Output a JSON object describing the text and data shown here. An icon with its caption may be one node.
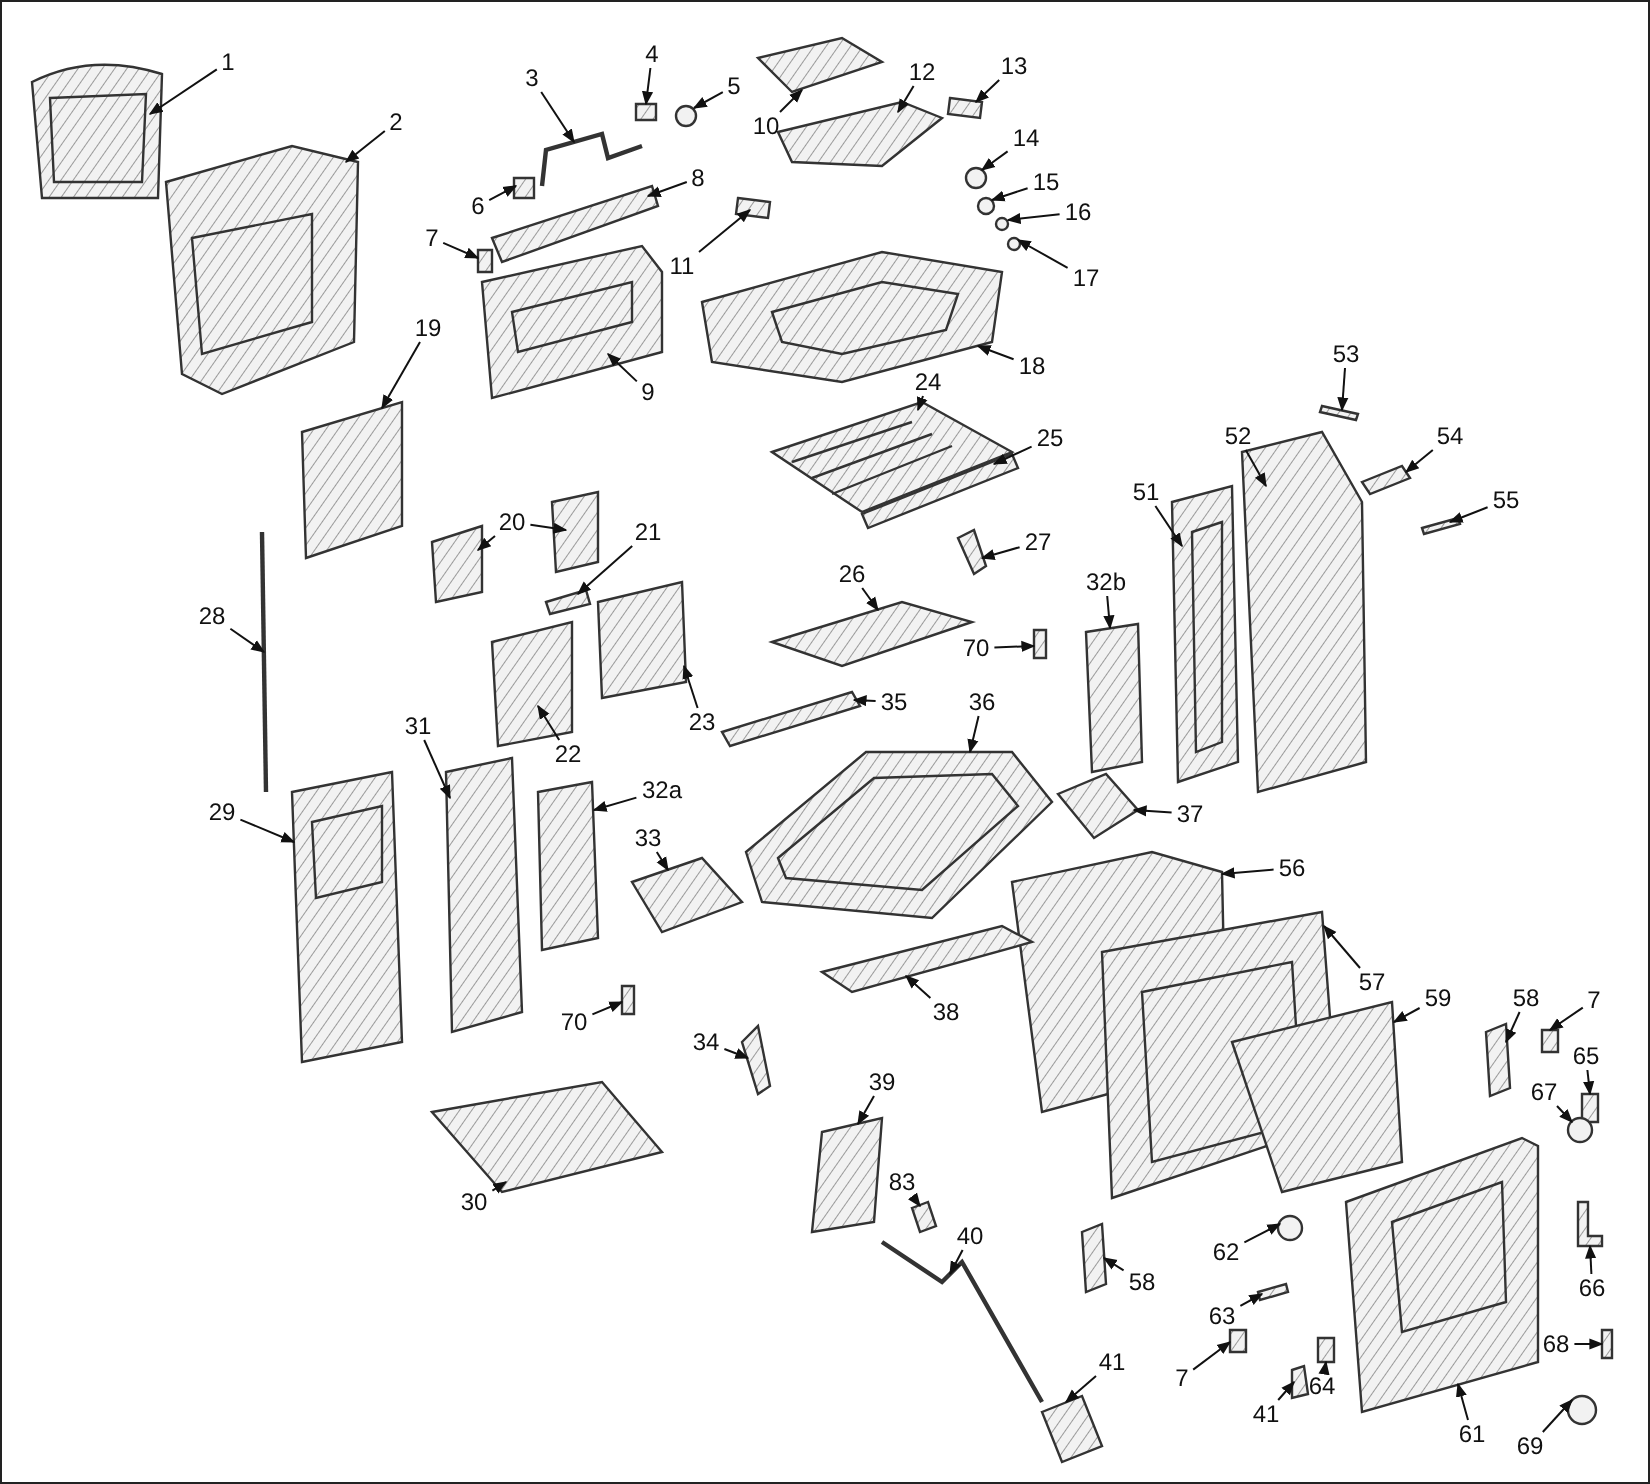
{
  "diagram": {
    "nodes": [
      {
        "text": [
          "1"
        ]
      },
      {
        "text": [
          "2"
        ]
      },
      {
        "text": [
          "3"
        ]
      },
      {
        "text": [
          "4"
        ]
      },
      {
        "text": [
          "5"
        ]
      },
      {
        "text": [
          "10"
        ]
      },
      {
        "text": [
          "12"
        ]
      },
      {
        "text": [
          "13"
        ]
      },
      {
        "text": [
          "14"
        ]
      },
      {
        "text": [
          "6"
        ]
      },
      {
        "text": [
          "7"
        ]
      },
      {
        "text": [
          "8"
        ]
      },
      {
        "text": [
          "15"
        ]
      },
      {
        "text": [
          "16"
        ]
      },
      {
        "text": [
          "11"
        ]
      },
      {
        "text": [
          "17"
        ]
      },
      {
        "text": [
          "19"
        ]
      },
      {
        "text": [
          "18"
        ]
      },
      {
        "text": [
          "9"
        ]
      },
      {
        "text": [
          "24"
        ]
      },
      {
        "text": [
          "25"
        ]
      },
      {
        "text": [
          "53"
        ]
      },
      {
        "text": [
          "52"
        ]
      },
      {
        "text": [
          "54"
        ]
      },
      {
        "text": [
          "20"
        ]
      },
      {
        "text": [
          "21"
        ]
      },
      {
        "text": [
          "51"
        ]
      },
      {
        "text": [
          "55"
        ]
      },
      {
        "text": [
          "27"
        ]
      },
      {
        "text": [
          "26"
        ]
      },
      {
        "text": [
          "32b"
        ]
      },
      {
        "text": [
          "28"
        ]
      },
      {
        "text": [
          "70"
        ]
      },
      {
        "text": [
          "23"
        ]
      },
      {
        "text": [
          "35"
        ]
      },
      {
        "text": [
          "36"
        ]
      },
      {
        "text": [
          "31"
        ]
      },
      {
        "text": [
          "22"
        ]
      },
      {
        "text": [
          "32a"
        ]
      },
      {
        "text": [
          "29"
        ]
      },
      {
        "text": [
          "33"
        ]
      },
      {
        "text": [
          "37"
        ]
      },
      {
        "text": [
          "56"
        ]
      },
      {
        "text": [
          "57"
        ]
      },
      {
        "text": [
          "59"
        ]
      },
      {
        "text": [
          "58"
        ]
      },
      {
        "text": [
          "7"
        ]
      },
      {
        "text": [
          "38"
        ]
      },
      {
        "text": [
          "70"
        ]
      },
      {
        "text": [
          "34"
        ]
      },
      {
        "text": [
          "65"
        ]
      },
      {
        "text": [
          "67"
        ]
      },
      {
        "text": [
          "39"
        ]
      },
      {
        "text": [
          "83"
        ]
      },
      {
        "text": [
          "40"
        ]
      },
      {
        "text": [
          "30"
        ]
      },
      {
        "text": [
          "62"
        ]
      },
      {
        "text": [
          "58"
        ]
      },
      {
        "text": [
          "66"
        ]
      },
      {
        "text": [
          "63"
        ]
      },
      {
        "text": [
          "68"
        ]
      },
      {
        "text": [
          "7"
        ]
      },
      {
        "text": [
          "41"
        ]
      },
      {
        "text": [
          "64"
        ]
      },
      {
        "text": [
          "41"
        ]
      },
      {
        "text": [
          "61"
        ]
      },
      {
        "text": [
          "69"
        ]
      },
      {
        "text": [],
        "shape": "box"
      },
      {
        "text": [],
        "shape": "box"
      },
      {
        "text": [],
        "shape": "picture"
      },
      {
        "text": [],
        "shape": "box"
      },
      {
        "text": [],
        "shape": "circle"
      },
      {
        "text": [],
        "shape": "box"
      },
      {
        "text": [],
        "shape": "box"
      },
      {
        "text": [],
        "shape": "box"
      },
      {
        "text": [],
        "shape": "circle"
      },
      {
        "text": [],
        "shape": "box"
      },
      {
        "text": [],
        "shape": "box"
      },
      {
        "text": [],
        "shape": "box"
      },
      {
        "text": [],
        "shape": "circle"
      },
      {
        "text": [],
        "shape": "circle"
      },
      {
        "text": [],
        "shape": "box"
      },
      {
        "text": [],
        "shape": "circle"
      },
      {
        "text": [],
        "shape": "box"
      },
      {
        "text": [],
        "shape": "box"
      },
      {
        "text": [],
        "shape": "box"
      },
      {
        "text": [],
        "shape": "box"
      },
      {
        "text": [],
        "shape": "box"
      },
      {
        "text": [],
        "shape": "box"
      },
      {
        "text": [],
        "shape": "box"
      },
      {
        "text": [],
        "shape": "box"
      },
      {
        "text": [],
        "shape": "box"
      },
      {
        "text": [],
        "shape": "box"
      },
      {
        "text": [],
        "shape": "box"
      },
      {
        "text": [],
        "shape": "box"
      },
      {
        "text": [],
        "shape": "box"
      },
      {
        "text": [],
        "shape": "box"
      },
      {
        "text": [],
        "shape": "box"
      },
      {
        "text": [],
        "shape": "box"
      },
      {
        "text": [],
        "shape": "picture"
      },
      {
        "text": [],
        "shape": "box"
      },
      {
        "text": [],
        "shape": "box"
      },
      {
        "text": [],
        "shape": "box"
      },
      {
        "text": [],
        "shape": "box"
      },
      {
        "text": [],
        "shape": "box"
      },
      {
        "text": [],
        "shape": "box"
      },
      {
        "text": [],
        "shape": "box"
      },
      {
        "text": [],
        "shape": "box"
      },
      {
        "text": [],
        "shape": "box"
      },
      {
        "text": [],
        "shape": "box"
      },
      {
        "text": [],
        "shape": "box"
      },
      {
        "text": [],
        "shape": "box"
      },
      {
        "text": [],
        "shape": "box"
      },
      {
        "text": [],
        "shape": "box"
      },
      {
        "text": [],
        "shape": "box"
      },
      {
        "text": [],
        "shape": "box"
      },
      {
        "text": [],
        "shape": "box"
      },
      {
        "text": [],
        "shape": "box"
      },
      {
        "text": [],
        "shape": "box"
      },
      {
        "text": [],
        "shape": "circle"
      },
      {
        "text": [],
        "shape": "box"
      },
      {
        "text": [],
        "shape": "box"
      },
      {
        "text": [],
        "shape": "picture"
      },
      {
        "text": [],
        "shape": "box"
      },
      {
        "text": [],
        "shape": "circle"
      },
      {
        "text": [],
        "shape": "box"
      },
      {
        "text": [],
        "shape": "box"
      },
      {
        "text": [],
        "shape": "box"
      },
      {
        "text": [],
        "shape": "box"
      },
      {
        "text": [],
        "shape": "box"
      },
      {
        "text": [],
        "shape": "box"
      },
      {
        "text": [],
        "shape": "box"
      },
      {
        "text": [],
        "shape": "box"
      },
      {
        "text": [],
        "shape": "box"
      },
      {
        "text": [],
        "shape": "circle"
      }
    ],
    "edges": [
      {
        "from": 0,
        "to": 67,
        "arrow": "to"
      },
      {
        "from": 1,
        "to": 68,
        "arrow": "to"
      },
      {
        "from": 2,
        "to": 69,
        "arrow": "to"
      },
      {
        "from": 3,
        "to": 70,
        "arrow": "to"
      },
      {
        "from": 4,
        "to": 71,
        "arrow": "to"
      },
      {
        "from": 5,
        "to": 72,
        "arrow": "to"
      },
      {
        "from": 6,
        "to": 73,
        "arrow": "to"
      },
      {
        "from": 7,
        "to": 74,
        "arrow": "to"
      },
      {
        "from": 8,
        "to": 75,
        "arrow": "to"
      },
      {
        "from": 9,
        "to": 76,
        "arrow": "to"
      },
      {
        "from": 10,
        "to": 77,
        "arrow": "to"
      },
      {
        "from": 11,
        "to": 78,
        "arrow": "to"
      },
      {
        "from": 12,
        "to": 79,
        "arrow": "to"
      },
      {
        "from": 13,
        "to": 80,
        "arrow": "to"
      },
      {
        "from": 14,
        "to": 81,
        "arrow": "to"
      },
      {
        "from": 15,
        "to": 82,
        "arrow": "to"
      },
      {
        "from": 16,
        "to": 83,
        "arrow": "to"
      },
      {
        "from": 17,
        "to": 84,
        "arrow": "to"
      },
      {
        "from": 18,
        "to": 85,
        "arrow": "to"
      },
      {
        "from": 19,
        "to": 86,
        "arrow": "to"
      },
      {
        "from": 20,
        "to": 87,
        "arrow": "to"
      },
      {
        "from": 21,
        "to": 88,
        "arrow": "to"
      },
      {
        "from": 22,
        "to": 89,
        "arrow": "to"
      },
      {
        "from": 23,
        "to": 90,
        "arrow": "to"
      },
      {
        "from": 24,
        "to": 91,
        "arrow": "to"
      },
      {
        "from": 24,
        "to": 92,
        "arrow": "to"
      },
      {
        "from": 25,
        "to": 93,
        "arrow": "to"
      },
      {
        "from": 26,
        "to": 94,
        "arrow": "to"
      },
      {
        "from": 27,
        "to": 95,
        "arrow": "to"
      },
      {
        "from": 28,
        "to": 96,
        "arrow": "to"
      },
      {
        "from": 29,
        "to": 97,
        "arrow": "to"
      },
      {
        "from": 30,
        "to": 98,
        "arrow": "to"
      },
      {
        "from": 31,
        "to": 99,
        "arrow": "to"
      },
      {
        "from": 32,
        "to": 100,
        "arrow": "to"
      },
      {
        "from": 33,
        "to": 101,
        "arrow": "to"
      },
      {
        "from": 34,
        "to": 102,
        "arrow": "to"
      },
      {
        "from": 35,
        "to": 103,
        "arrow": "to"
      },
      {
        "from": 36,
        "to": 104,
        "arrow": "to"
      },
      {
        "from": 37,
        "to": 105,
        "arrow": "to"
      },
      {
        "from": 38,
        "to": 106,
        "arrow": "to"
      },
      {
        "from": 39,
        "to": 107,
        "arrow": "to"
      },
      {
        "from": 40,
        "to": 108,
        "arrow": "to"
      },
      {
        "from": 41,
        "to": 109,
        "arrow": "to"
      },
      {
        "from": 42,
        "to": 110,
        "arrow": "to"
      },
      {
        "from": 43,
        "to": 111,
        "arrow": "to"
      },
      {
        "from": 44,
        "to": 112,
        "arrow": "to"
      },
      {
        "from": 45,
        "to": 113,
        "arrow": "to"
      },
      {
        "from": 46,
        "to": 114,
        "arrow": "to"
      },
      {
        "from": 47,
        "to": 115,
        "arrow": "to"
      },
      {
        "from": 48,
        "to": 116,
        "arrow": "to"
      },
      {
        "from": 49,
        "to": 117,
        "arrow": "to"
      },
      {
        "from": 50,
        "to": 118,
        "arrow": "to"
      },
      {
        "from": 51,
        "to": 119,
        "arrow": "to"
      },
      {
        "from": 52,
        "to": 120,
        "arrow": "to"
      },
      {
        "from": 53,
        "to": 121,
        "arrow": "to"
      },
      {
        "from": 54,
        "to": 122,
        "arrow": "to"
      },
      {
        "from": 55,
        "to": 123,
        "arrow": "to"
      },
      {
        "from": 56,
        "to": 124,
        "arrow": "to"
      },
      {
        "from": 57,
        "to": 125,
        "arrow": "to"
      },
      {
        "from": 58,
        "to": 126,
        "arrow": "to"
      },
      {
        "from": 59,
        "to": 127,
        "arrow": "to"
      },
      {
        "from": 60,
        "to": 128,
        "arrow": "to"
      },
      {
        "from": 61,
        "to": 129,
        "arrow": "to"
      },
      {
        "from": 62,
        "to": 130,
        "arrow": "to"
      },
      {
        "from": 63,
        "to": 131,
        "arrow": "to"
      },
      {
        "from": 64,
        "to": 132,
        "arrow": "to"
      },
      {
        "from": 65,
        "to": 133,
        "arrow": "to"
      },
      {
        "from": 66,
        "to": 134,
        "arrow": "to"
      }
    ]
  }
}
